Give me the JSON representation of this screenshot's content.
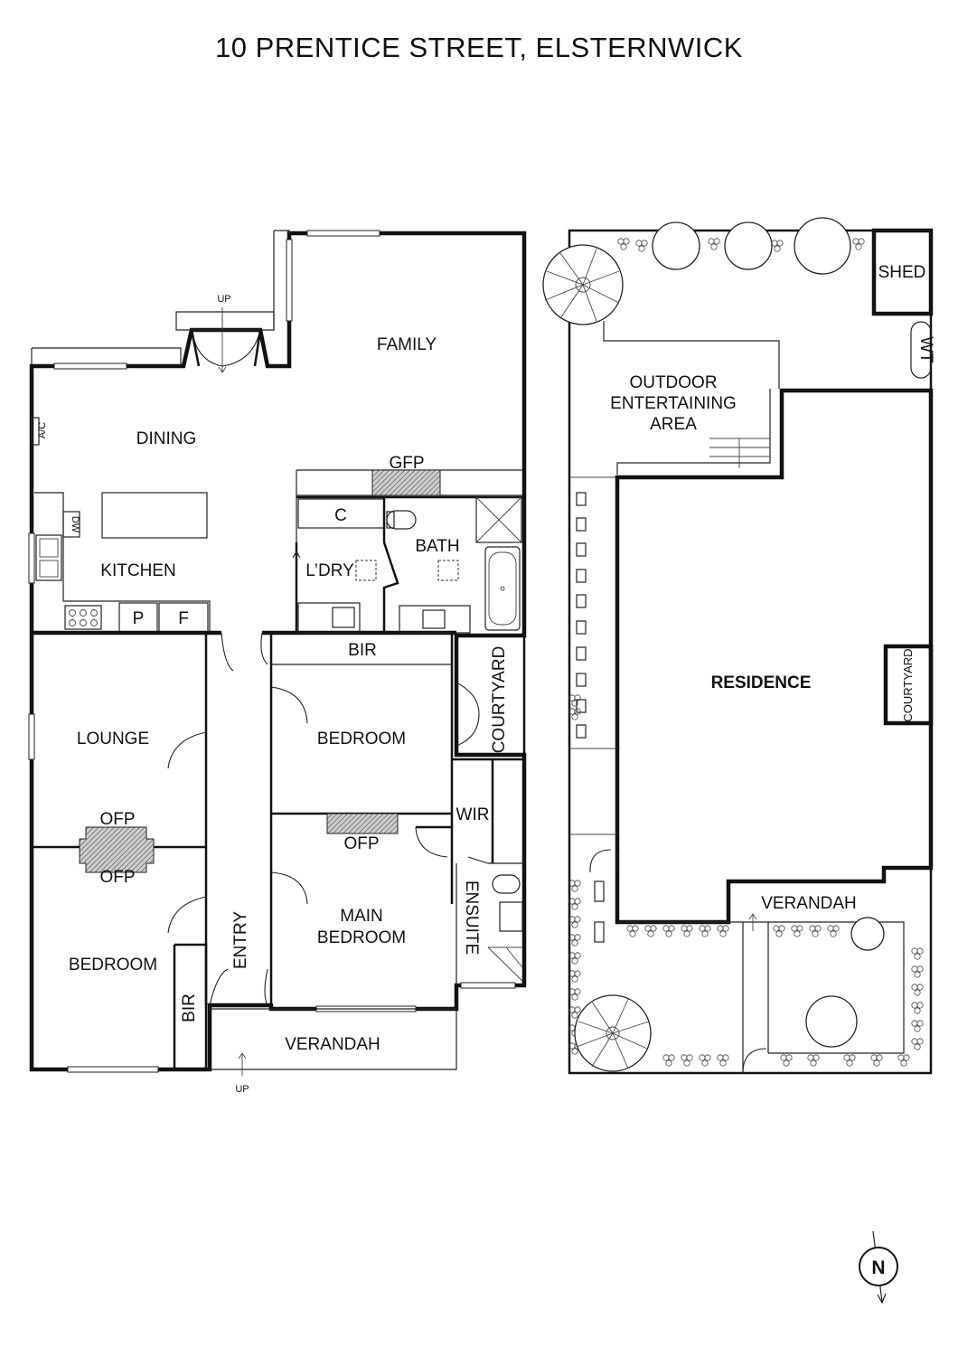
{
  "title": "10 PRENTICE STREET, ELSTERNWICK",
  "floor_plan": {
    "rooms": {
      "family": "FAMILY",
      "dining": "DINING",
      "kitchen": "KITCHEN",
      "gfp": "GFP",
      "c": "C",
      "ldry": "L’DRY",
      "bath": "BATH",
      "bir_top": "BIR",
      "lounge": "LOUNGE",
      "bedroom_mid": "BEDROOM",
      "courtyard": "COURTYARD",
      "ofp_lounge": "OFP",
      "ofp_bedroom": "OFP",
      "ofp_main": "OFP",
      "wir": "WIR",
      "bedroom_left": "BEDROOM",
      "entry": "ENTRY",
      "main_bedroom_line1": "MAIN",
      "main_bedroom_line2": "BEDROOM",
      "ensuite": "ENSUITE",
      "bir_left": "BIR",
      "verandah": "VERANDAH"
    },
    "fixtures": {
      "pantry": "P",
      "fridge": "F",
      "dishwasher": "DW",
      "aircon": "A/C"
    },
    "markers": {
      "up_rear": "UP",
      "up_front": "UP"
    }
  },
  "site_plan": {
    "shed": "SHED",
    "wt": "WT",
    "outdoor_line1": "OUTDOOR",
    "outdoor_line2": "ENTERTAINING",
    "outdoor_line3": "AREA",
    "residence": "RESIDENCE",
    "courtyard": "COURTYARD",
    "verandah": "VERANDAH"
  },
  "compass": {
    "label": "N"
  }
}
